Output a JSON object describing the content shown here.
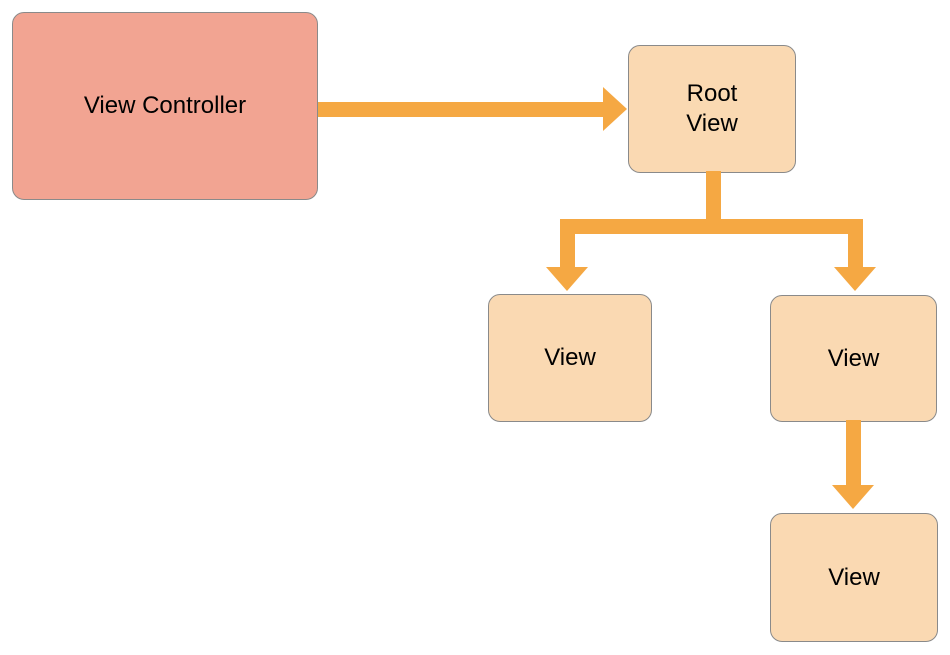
{
  "diagram": {
    "description": "View hierarchy diagram: a view controller manages a root view, which contains subviews",
    "colors": {
      "controller_fill": "#F2A492",
      "view_fill": "#FAD9B2",
      "arrow": "#F5A843",
      "border": "#8A8A8A",
      "text": "#000000",
      "bg": "#FFFFFF"
    },
    "nodes": {
      "view_controller": {
        "label": "View Controller"
      },
      "root_view": {
        "label_line1": "Root",
        "label_line2": "View"
      },
      "left_view": {
        "label": "View"
      },
      "right_view": {
        "label": "View"
      },
      "bottom_view": {
        "label": "View"
      }
    },
    "edges": [
      {
        "from": "view_controller",
        "to": "root_view"
      },
      {
        "from": "root_view",
        "to": "left_view"
      },
      {
        "from": "root_view",
        "to": "right_view"
      },
      {
        "from": "right_view",
        "to": "bottom_view"
      }
    ]
  }
}
